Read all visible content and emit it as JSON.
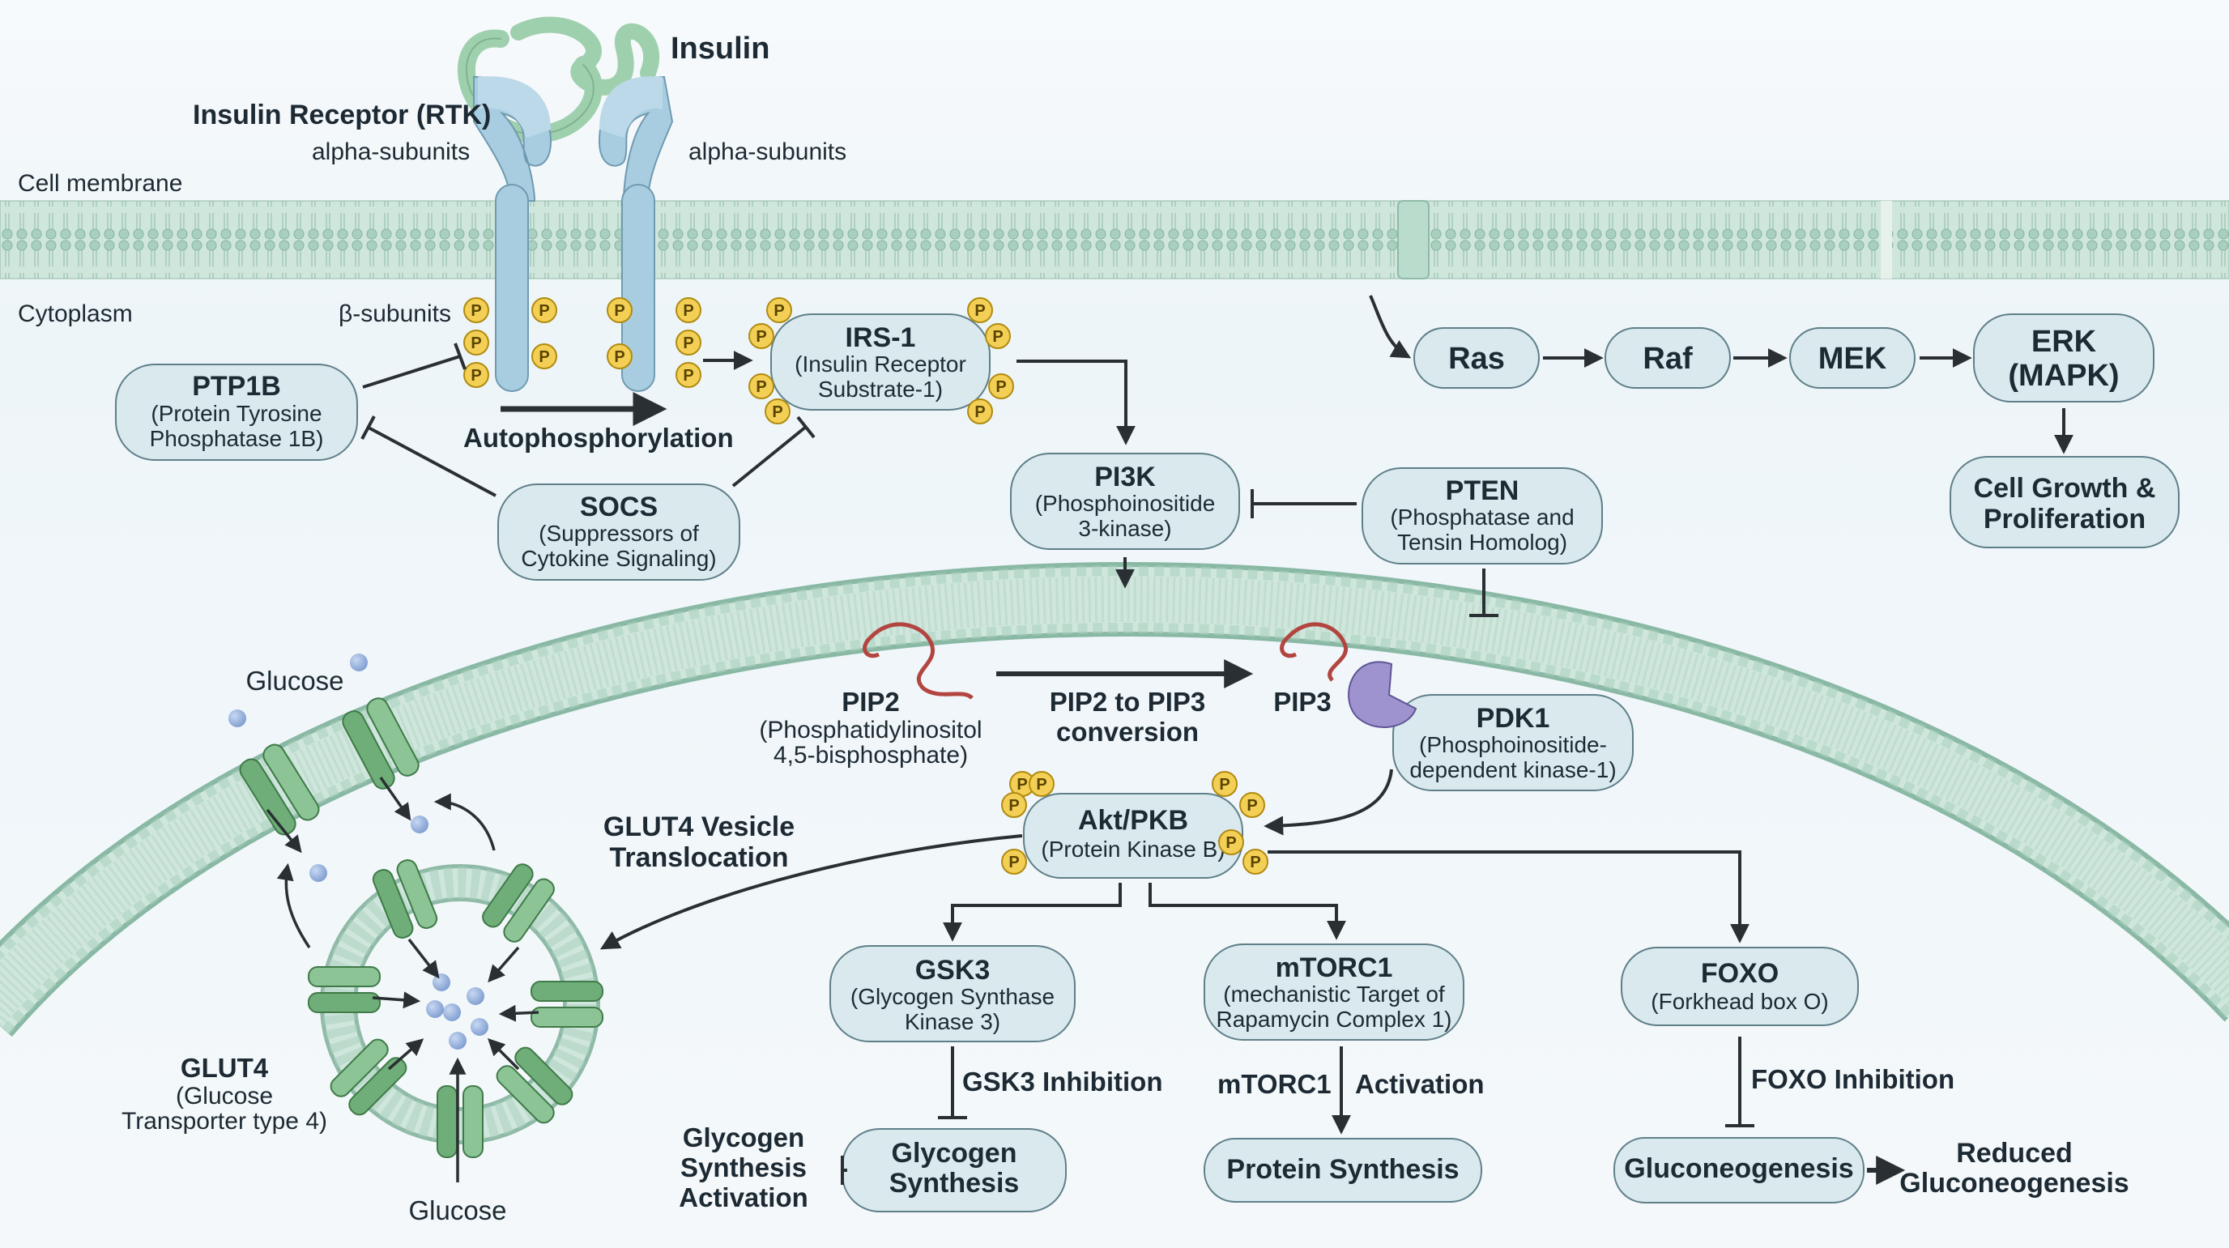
{
  "labels": {
    "insulin": "Insulin",
    "insulin_receptor": "Insulin Receptor (RTK)",
    "alpha_left": "alpha-subunits",
    "alpha_right": "alpha-subunits",
    "beta": "β-subunits",
    "cell_membrane": "Cell membrane",
    "cytoplasm": "Cytoplasm",
    "autophosphorylation": "Autophosphorylation",
    "glucose_top": "Glucose",
    "glucose_bottom": "Glucose",
    "glut4_translocation_1": "GLUT4 Vesicle",
    "glut4_translocation_2": "Translocation",
    "glut4_title": "GLUT4",
    "glut4_sub1": "(Glucose",
    "glut4_sub2": "Transporter type 4)",
    "pip2_title": "PIP2",
    "pip2_sub1": "(Phosphatidylinositol",
    "pip2_sub2": "4,5-bisphosphate)",
    "pip_conv_1": "PIP2 to PIP3",
    "pip_conv_2": "conversion",
    "pip3": "PIP3",
    "gsk3_inhibition": "GSK3 Inhibition",
    "mtorc1_label": "mTORC1",
    "activation_label": "Activation",
    "foxo_inhibition": "FOXO Inhibition",
    "glycogen_act_1": "Glycogen",
    "glycogen_act_2": "Synthesis",
    "glycogen_act_3": "Activation",
    "reduced_1": "Reduced",
    "reduced_2": "Gluconeogenesis",
    "phospho": "P"
  },
  "nodes": {
    "ptp1b": {
      "title": "PTP1B",
      "sub1": "(Protein Tyrosine",
      "sub2": "Phosphatase 1B)"
    },
    "socs": {
      "title": "SOCS",
      "sub1": "(Suppressors of",
      "sub2": "Cytokine Signaling)"
    },
    "irs1": {
      "title": "IRS-1",
      "sub1": "(Insulin Receptor",
      "sub2": "Substrate-1)"
    },
    "pi3k": {
      "title": "PI3K",
      "sub1": "(Phosphoinositide",
      "sub2": "3-kinase)"
    },
    "pten": {
      "title": "PTEN",
      "sub1": "(Phosphatase and",
      "sub2": "Tensin Homolog)"
    },
    "pdk1": {
      "title": "PDK1",
      "sub1": "(Phosphoinositide-",
      "sub2": "dependent kinase-1)"
    },
    "akt": {
      "title": "Akt/PKB",
      "sub1": "(Protein Kinase B)"
    },
    "gsk3": {
      "title": "GSK3",
      "sub1": "(Glycogen Synthase",
      "sub2": "Kinase 3)"
    },
    "mtorc1": {
      "title": "mTORC1",
      "sub1": "(mechanistic Target of",
      "sub2": "Rapamycin Complex 1)"
    },
    "foxo": {
      "title": "FOXO",
      "sub1": "(Forkhead box O)"
    },
    "glycogen": {
      "title1": "Glycogen",
      "title2": "Synthesis"
    },
    "protein": {
      "title": "Protein Synthesis"
    },
    "gluconeo": {
      "title": "Gluconeogenesis"
    },
    "ras": {
      "title": "Ras"
    },
    "raf": {
      "title": "Raf"
    },
    "mek": {
      "title": "MEK"
    },
    "erk": {
      "title1": "ERK",
      "title2": "(MAPK)"
    },
    "growth": {
      "title1": "Cell Growth &",
      "title2": "Proliferation"
    }
  },
  "colors": {
    "node_fill": "#d9e9ee",
    "node_stroke": "#5f7f88",
    "membrane": "#a9d0bf",
    "receptor": "#a9cde0",
    "insulin": "#9fd0ae",
    "glut4": "#6fae79",
    "phospho": "#f4cf56",
    "inhibit_red": "#b2453f",
    "pdk1_purple": "#9f93cf"
  }
}
